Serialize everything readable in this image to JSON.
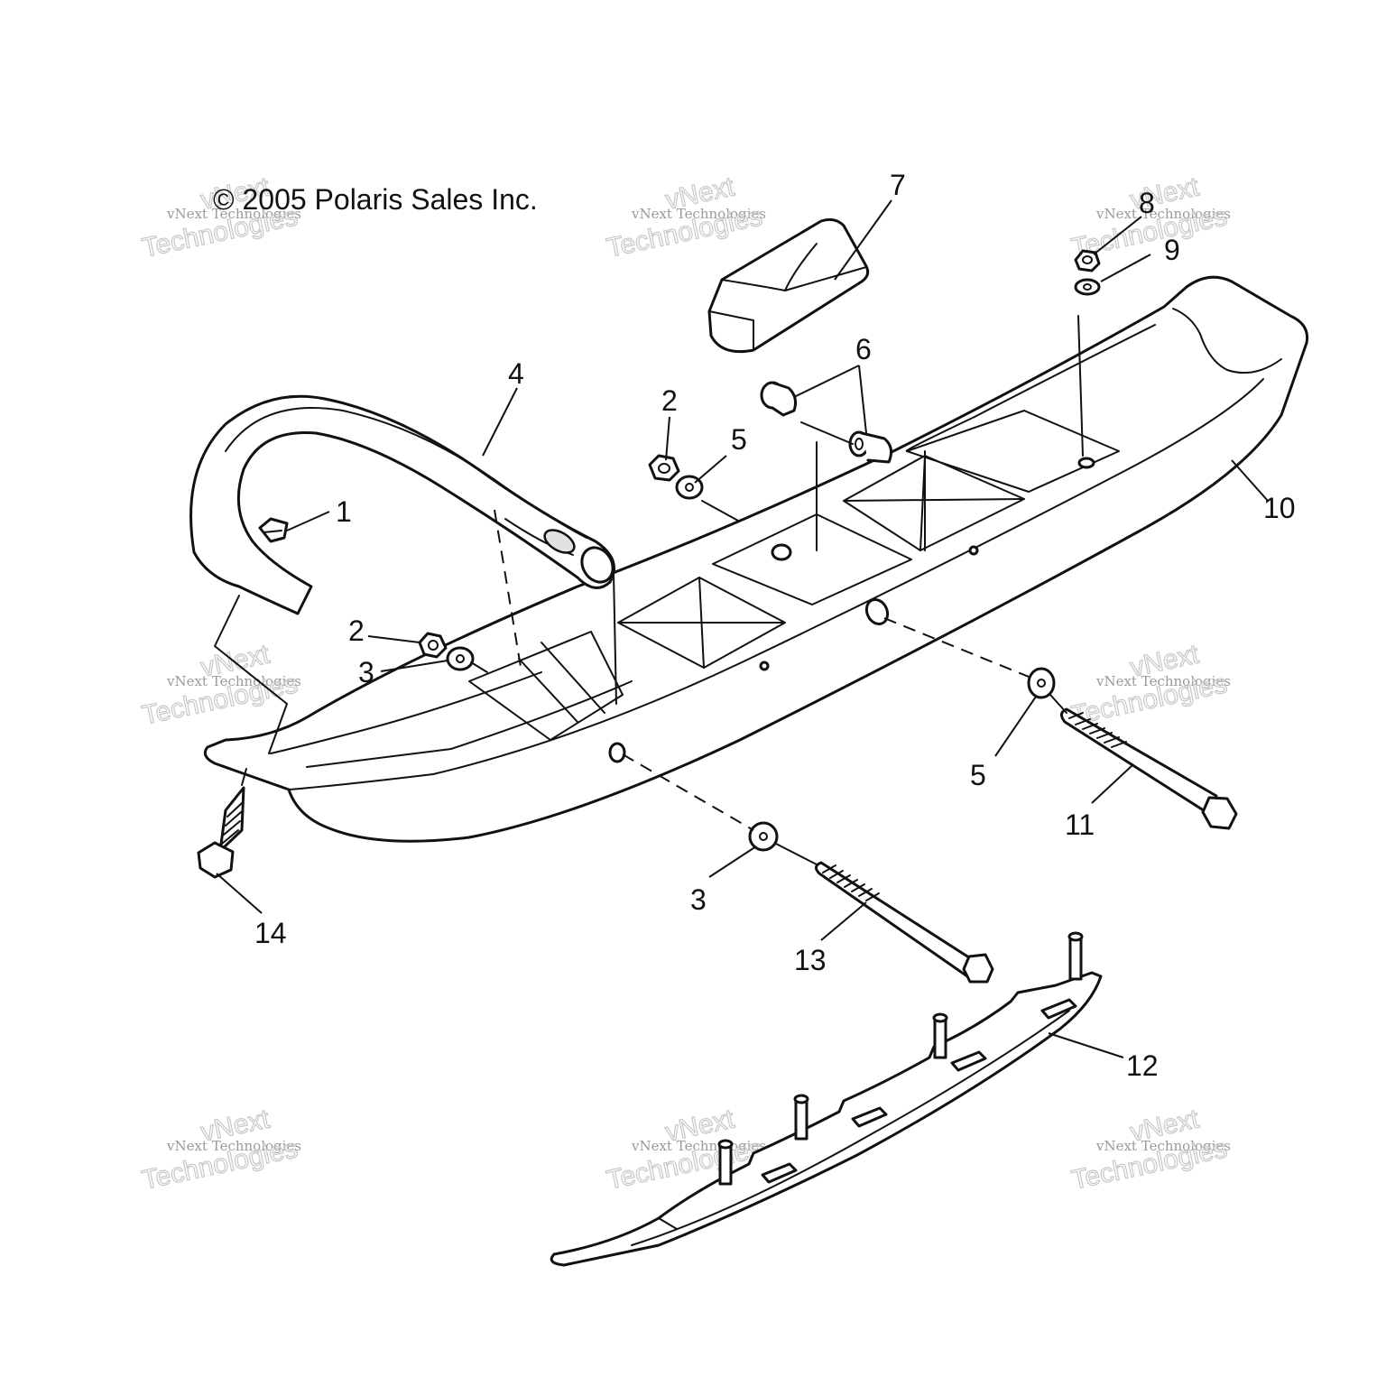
{
  "copyright": "© 2005 Polaris Sales Inc.",
  "watermark": {
    "line1": "vNext Technologies",
    "line2": "Technologies",
    "top": "vNext"
  },
  "callouts": [
    "1",
    "2",
    "2",
    "3",
    "3",
    "4",
    "5",
    "5",
    "6",
    "7",
    "8",
    "9",
    "10",
    "11",
    "12",
    "13",
    "14"
  ]
}
